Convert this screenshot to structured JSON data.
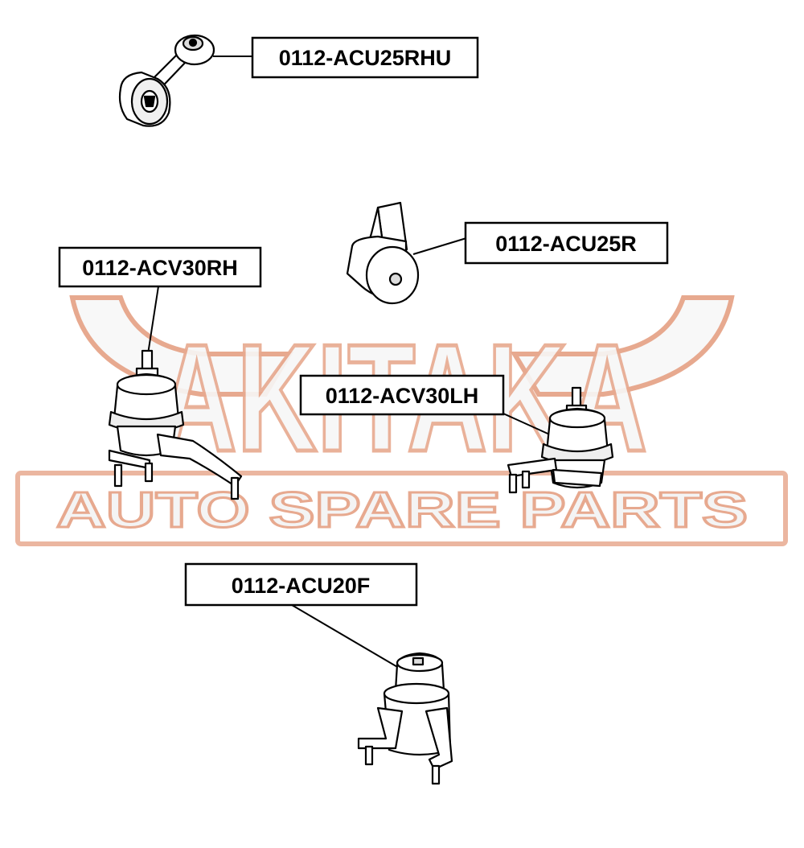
{
  "watermark": {
    "brand_text": "AKITAKA",
    "tagline": "AUTO SPARE PARTS",
    "outline_color": "#e7a98f",
    "fill_color": "#f7f7f7"
  },
  "line_color": "#000000",
  "parts": [
    {
      "part_number": "0112-ACU25RHU",
      "icon": "torque-rod-mount-icon"
    },
    {
      "part_number": "0112-ACU25R",
      "icon": "rear-engine-mount-icon"
    },
    {
      "part_number": "0112-ACV30RH",
      "icon": "right-hydraulic-engine-mount-icon"
    },
    {
      "part_number": "0112-ACV30LH",
      "icon": "left-hydraulic-engine-mount-icon"
    },
    {
      "part_number": "0112-ACU20F",
      "icon": "front-engine-mount-icon"
    }
  ]
}
